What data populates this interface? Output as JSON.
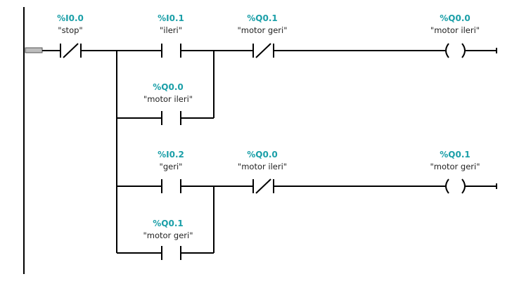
{
  "colors": {
    "address": "#1b9fa8",
    "symbol": "#222222",
    "wire": "#000000",
    "rung_marker_fill": "#bdbdbd"
  },
  "network": {
    "elements": [
      {
        "id": "i00_stop",
        "kind": "contact-nc",
        "address": "%I0.0",
        "symbol": "\"stop\""
      },
      {
        "id": "i01_ileri",
        "kind": "contact-no",
        "address": "%I0.1",
        "symbol": "\"ileri\""
      },
      {
        "id": "q00_seal",
        "kind": "contact-no",
        "address": "%Q0.0",
        "symbol": "\"motor ileri\""
      },
      {
        "id": "q01_interlock",
        "kind": "contact-nc",
        "address": "%Q0.1",
        "symbol": "\"motor geri\""
      },
      {
        "id": "q00_coil",
        "kind": "coil",
        "address": "%Q0.0",
        "symbol": "\"motor ileri\""
      },
      {
        "id": "i02_geri",
        "kind": "contact-no",
        "address": "%I0.2",
        "symbol": "\"geri\""
      },
      {
        "id": "q00_interlock",
        "kind": "contact-nc",
        "address": "%Q0.0",
        "symbol": "\"motor ileri\""
      },
      {
        "id": "q01_coil",
        "kind": "coil",
        "address": "%Q0.1",
        "symbol": "\"motor geri\""
      },
      {
        "id": "q01_seal",
        "kind": "contact-no",
        "address": "%Q0.1",
        "symbol": "\"motor geri\""
      }
    ]
  }
}
